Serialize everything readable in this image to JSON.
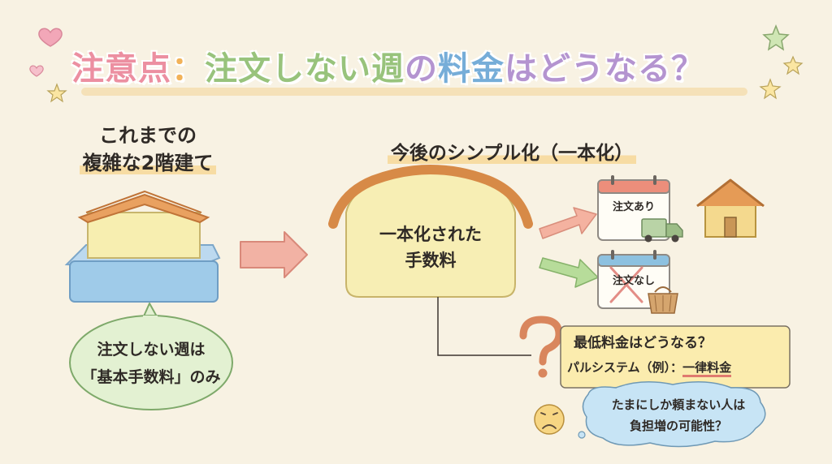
{
  "title": {
    "part1": "注意点",
    "sep": "：",
    "part2": "注文しない週",
    "part3": "の",
    "part4": "料金",
    "part5": "はどうなる？"
  },
  "left": {
    "heading_line1": "これまでの",
    "heading_line2": "複雑な2階建て",
    "bubble_line1": "注文しない週は",
    "bubble_line2": "「基本手数料」のみ"
  },
  "right": {
    "heading": "今後のシンプル化（一本化）",
    "house_line1": "一本化された",
    "house_line2": "手数料"
  },
  "calendars": {
    "order_yes": "注文あり",
    "order_no": "注文なし"
  },
  "question": {
    "line1": "最低料金はどうなる？",
    "line2_prefix": "パルシステム（例）：",
    "line2_highlight": "一律料金"
  },
  "worry": {
    "line1": "たまにしか頼まない人は",
    "line2": "負担増の可能性？"
  },
  "colors": {
    "background": "#f8f2e3",
    "pink": "#ec8fa1",
    "orange": "#e58f4e",
    "green": "#8dc474",
    "blue": "#8cc1e2",
    "yellow": "#f6e7a6"
  },
  "icons": [
    "heart-icon",
    "star-icon",
    "house-icon",
    "truck-icon",
    "basket-icon",
    "calendar-icon",
    "question-mark-icon",
    "sad-face-icon",
    "arrow-icon"
  ]
}
